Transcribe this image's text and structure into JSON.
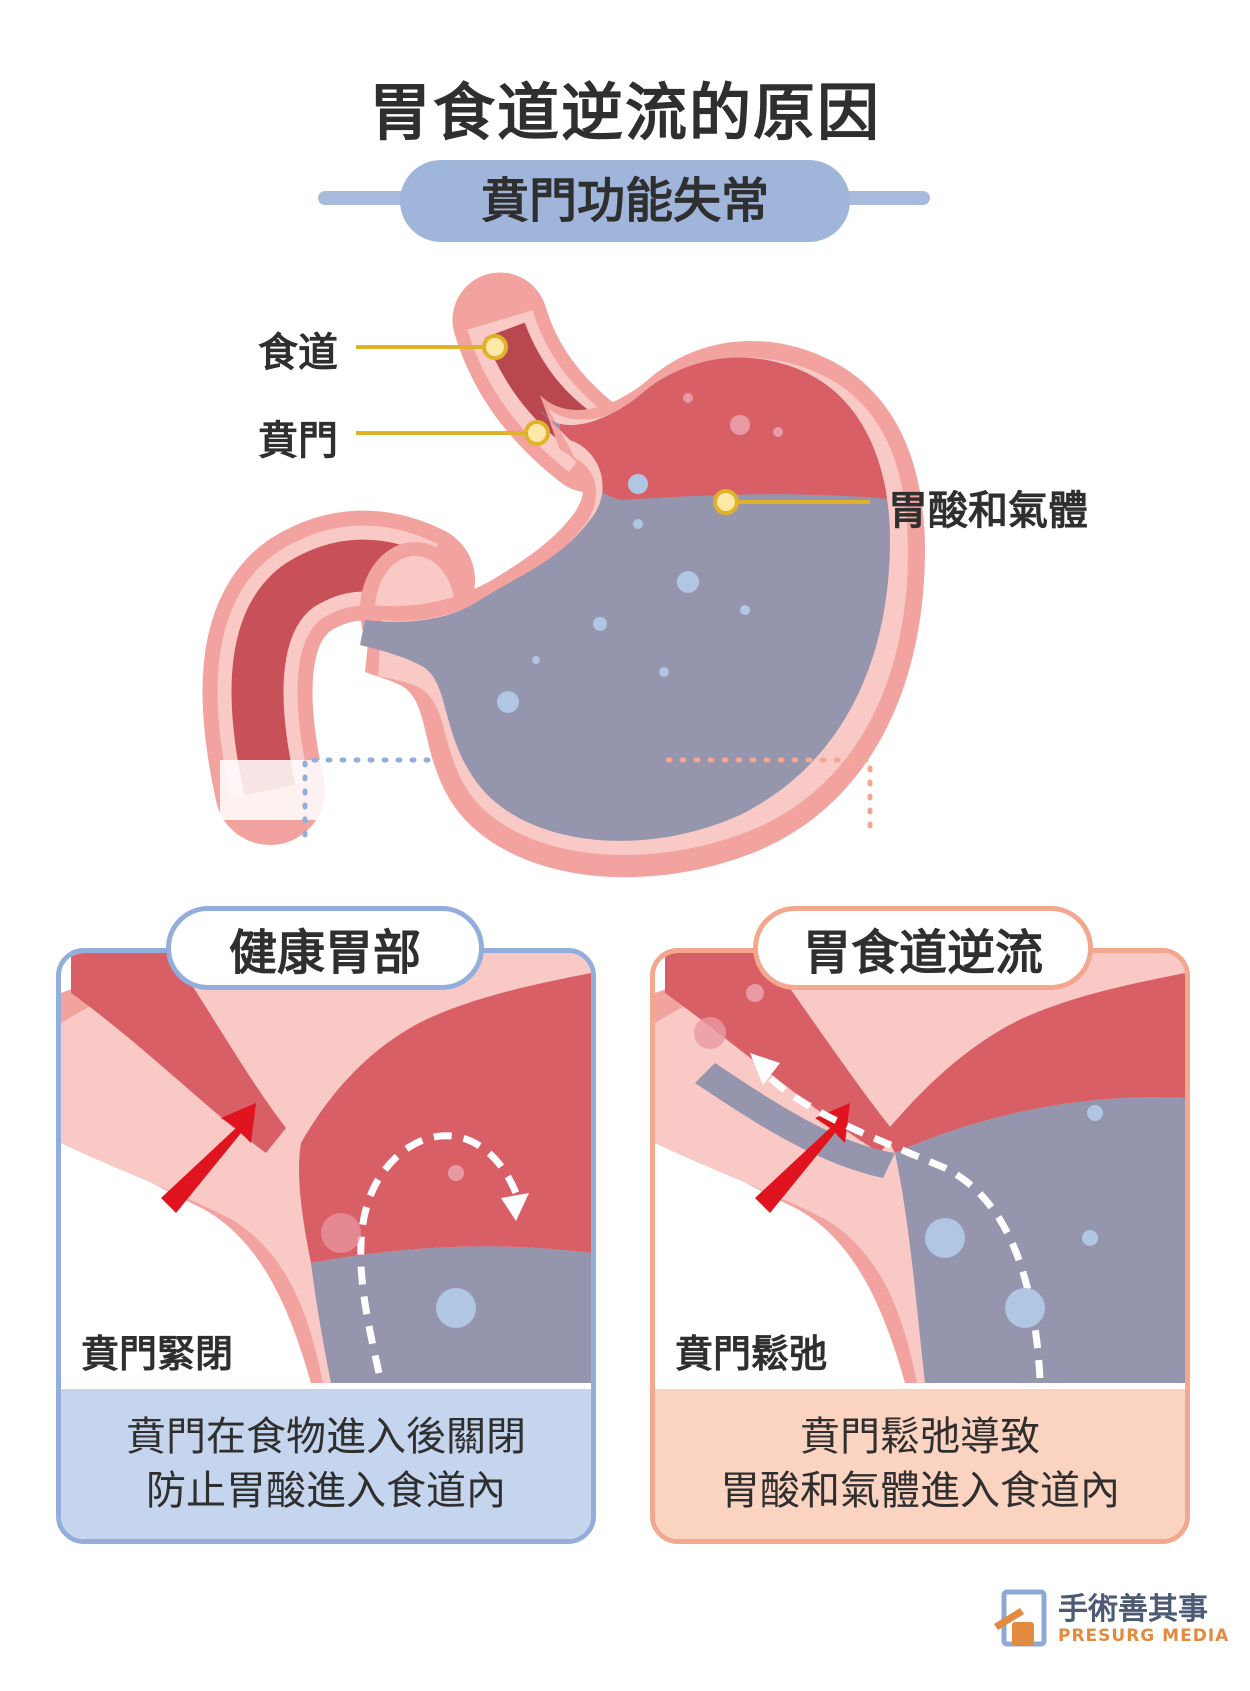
{
  "header": {
    "title": "胃食道逆流的原因",
    "subtitle": "賁門功能失常"
  },
  "anatomy": {
    "labels": {
      "esophagus": "食道",
      "cardia": "賁門",
      "acid_gas": "胃酸和氣體"
    }
  },
  "panels": {
    "healthy": {
      "title": "健康胃部",
      "state": "賁門緊閉",
      "caption_line1": "賁門在食物進入後關閉",
      "caption_line2": "防止胃酸進入食道內"
    },
    "reflux": {
      "title": "胃食道逆流",
      "state": "賁門鬆弛",
      "caption_line1": "賁門鬆弛導致",
      "caption_line2": "胃酸和氣體進入食道內"
    }
  },
  "logo": {
    "name": "手術善其事",
    "sub": "PRESURG MEDIA"
  },
  "colors": {
    "wall_outer": "#f2a3a0",
    "wall_inner": "#f9c9c6",
    "stomach_gas": "#d95f66",
    "stomach_acid": "#9595ad",
    "accent_blue": "#a0b5da",
    "accent_orange": "#f2a78e",
    "arrow_red": "#e0141e",
    "leader_gold": "#e0b22a"
  }
}
